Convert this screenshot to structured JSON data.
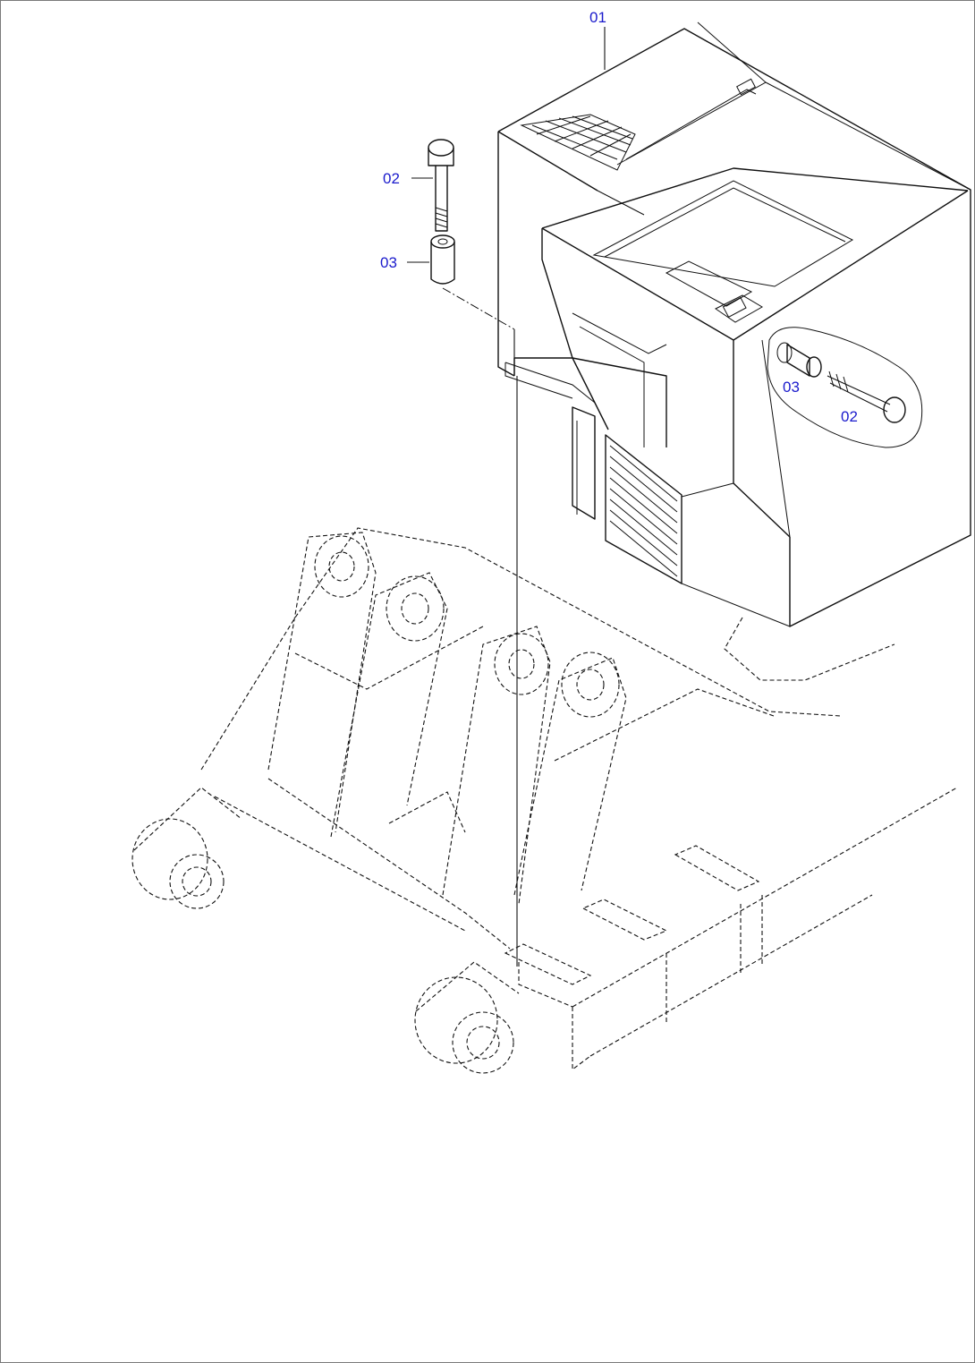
{
  "labels": {
    "tank_part_no": "01",
    "bolt_part_no": "02",
    "bushing_part_no": "03",
    "detail_bushing_part_no": "03",
    "detail_bolt_part_no": "02"
  }
}
